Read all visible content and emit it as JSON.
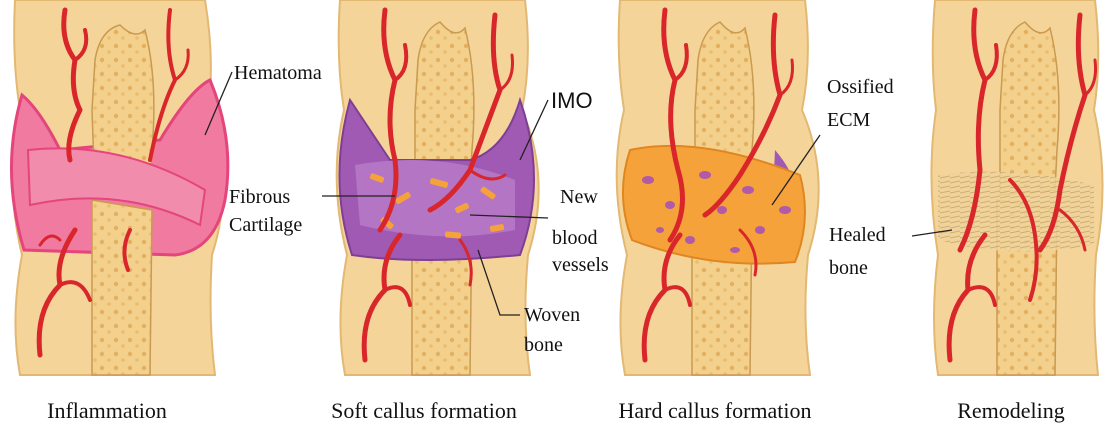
{
  "panels": [
    {
      "stage": "Inflammation",
      "labels": [
        "Hematoma"
      ]
    },
    {
      "stage": "Soft callus formation",
      "labels": [
        "IMO",
        "Fibrous",
        "Cartilage",
        "New",
        "blood",
        "vessels",
        "Woven",
        "bone"
      ]
    },
    {
      "stage": "Hard callus formation",
      "labels": [
        "Ossified",
        "ECM"
      ]
    },
    {
      "stage": "Remodeling",
      "labels": [
        "Healed",
        "bone"
      ]
    }
  ],
  "colors": {
    "skin": "#f5d49a",
    "skin_edge": "#e2b873",
    "bone": "#f2cf86",
    "bone_spongy": "#e7b65f",
    "hematoma": "#f07aa0",
    "hematoma_dark": "#e4457c",
    "callus_purple": "#a05ab4",
    "cartilage_orange": "#f6a23b",
    "vessel": "#d8262b"
  }
}
